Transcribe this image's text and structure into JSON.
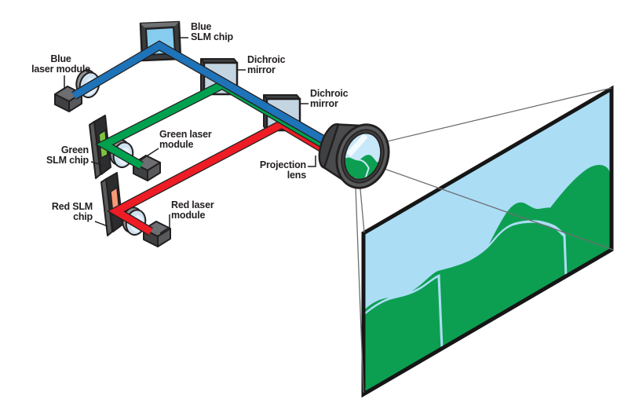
{
  "labels": {
    "blue_slm": "Blue\nSLM chip",
    "blue_laser": "Blue\nlaser module",
    "dichroic_1": "Dichroic\nmirror",
    "dichroic_2": "Dichroic\nmirror",
    "green_slm": "Green\nSLM chip",
    "green_laser": "Green laser\nmodule",
    "red_slm": "Red SLM\nchip",
    "red_laser": "Red laser\nmodule",
    "projection_lens": "Projection\nlens"
  },
  "components": [
    {
      "id": "blue-laser-module"
    },
    {
      "id": "blue-slm-chip"
    },
    {
      "id": "green-laser-module"
    },
    {
      "id": "green-slm-chip"
    },
    {
      "id": "red-laser-module"
    },
    {
      "id": "red-slm-chip"
    },
    {
      "id": "dichroic-mirror-1"
    },
    {
      "id": "dichroic-mirror-2"
    },
    {
      "id": "projection-lens"
    },
    {
      "id": "projection-screen"
    }
  ],
  "colors": {
    "beam_blue": "#1e73b9",
    "beam_green": "#00a14f",
    "beam_red": "#ee1c25",
    "sky": "#abddf5",
    "hills": "#0d9f51",
    "mirror_face": "#c4d5e2",
    "outline": "#231f20",
    "screen_border": "#161616",
    "ray_gray": "#6d6e71"
  }
}
